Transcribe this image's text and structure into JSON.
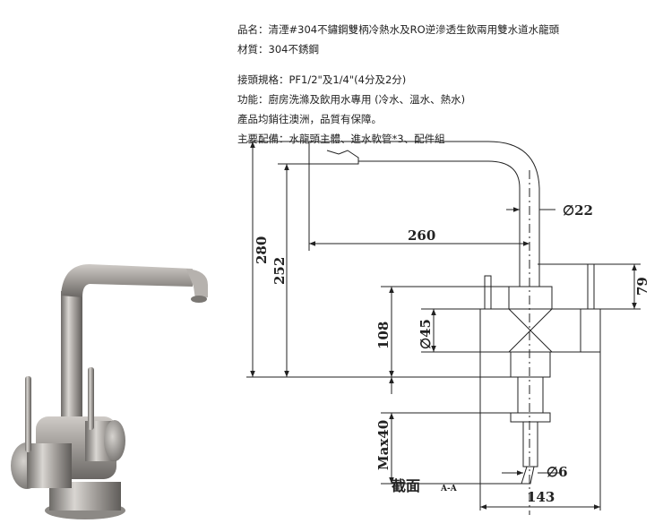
{
  "spec": {
    "line1": "品名：清湮#304不鏽鋼雙柄冷熱水及RO逆滲透生飲兩用雙水道水龍頭",
    "line2": "材質：304不銹鋼",
    "line3": "接頭規格：PF1/2\"及1/4\"(4分及2分)",
    "line4": "功能：廚房洗滌及飲用水專用 (冷水、溫水、熱水)",
    "line5": "產品均銷往澳洲，品質有保障。",
    "line6": "主要配備：水龍頭主體、進水軟管*3、配件組"
  },
  "drawing": {
    "dim_pipe_dia": "∅22",
    "dim_reach": "260",
    "dim_total_height": "280",
    "dim_spout_height": "252",
    "dim_handle": "79",
    "dim_body_height": "108",
    "dim_body_dia": "∅45",
    "dim_max_deck": "Max40",
    "dim_inlet_dia": "∅6",
    "dim_base_width": "143",
    "section_label": "截面",
    "section_suffix": "A-A"
  }
}
